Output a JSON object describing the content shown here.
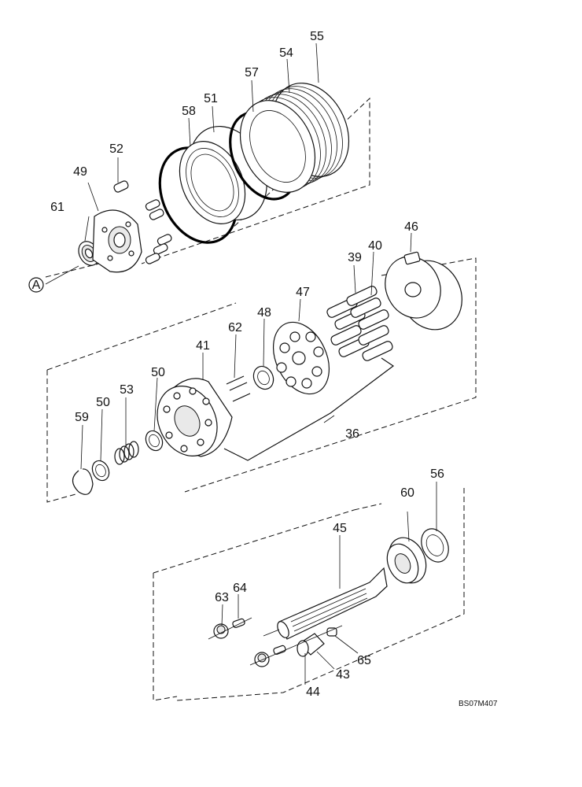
{
  "drawing_code": "BS07M407",
  "view_marker": "A",
  "labels": {
    "p36": "36",
    "p39": "39",
    "p40": "40",
    "p41": "41",
    "p43": "43",
    "p44": "44",
    "p45": "45",
    "p46": "46",
    "p47": "47",
    "p48": "48",
    "p49": "49",
    "p50a": "50",
    "p50b": "50",
    "p51": "51",
    "p52": "52",
    "p53": "53",
    "p54": "54",
    "p55": "55",
    "p56": "56",
    "p57": "57",
    "p58": "58",
    "p59": "59",
    "p60": "60",
    "p61": "61",
    "p62": "62",
    "p63": "63",
    "p64": "64",
    "p65": "65"
  }
}
